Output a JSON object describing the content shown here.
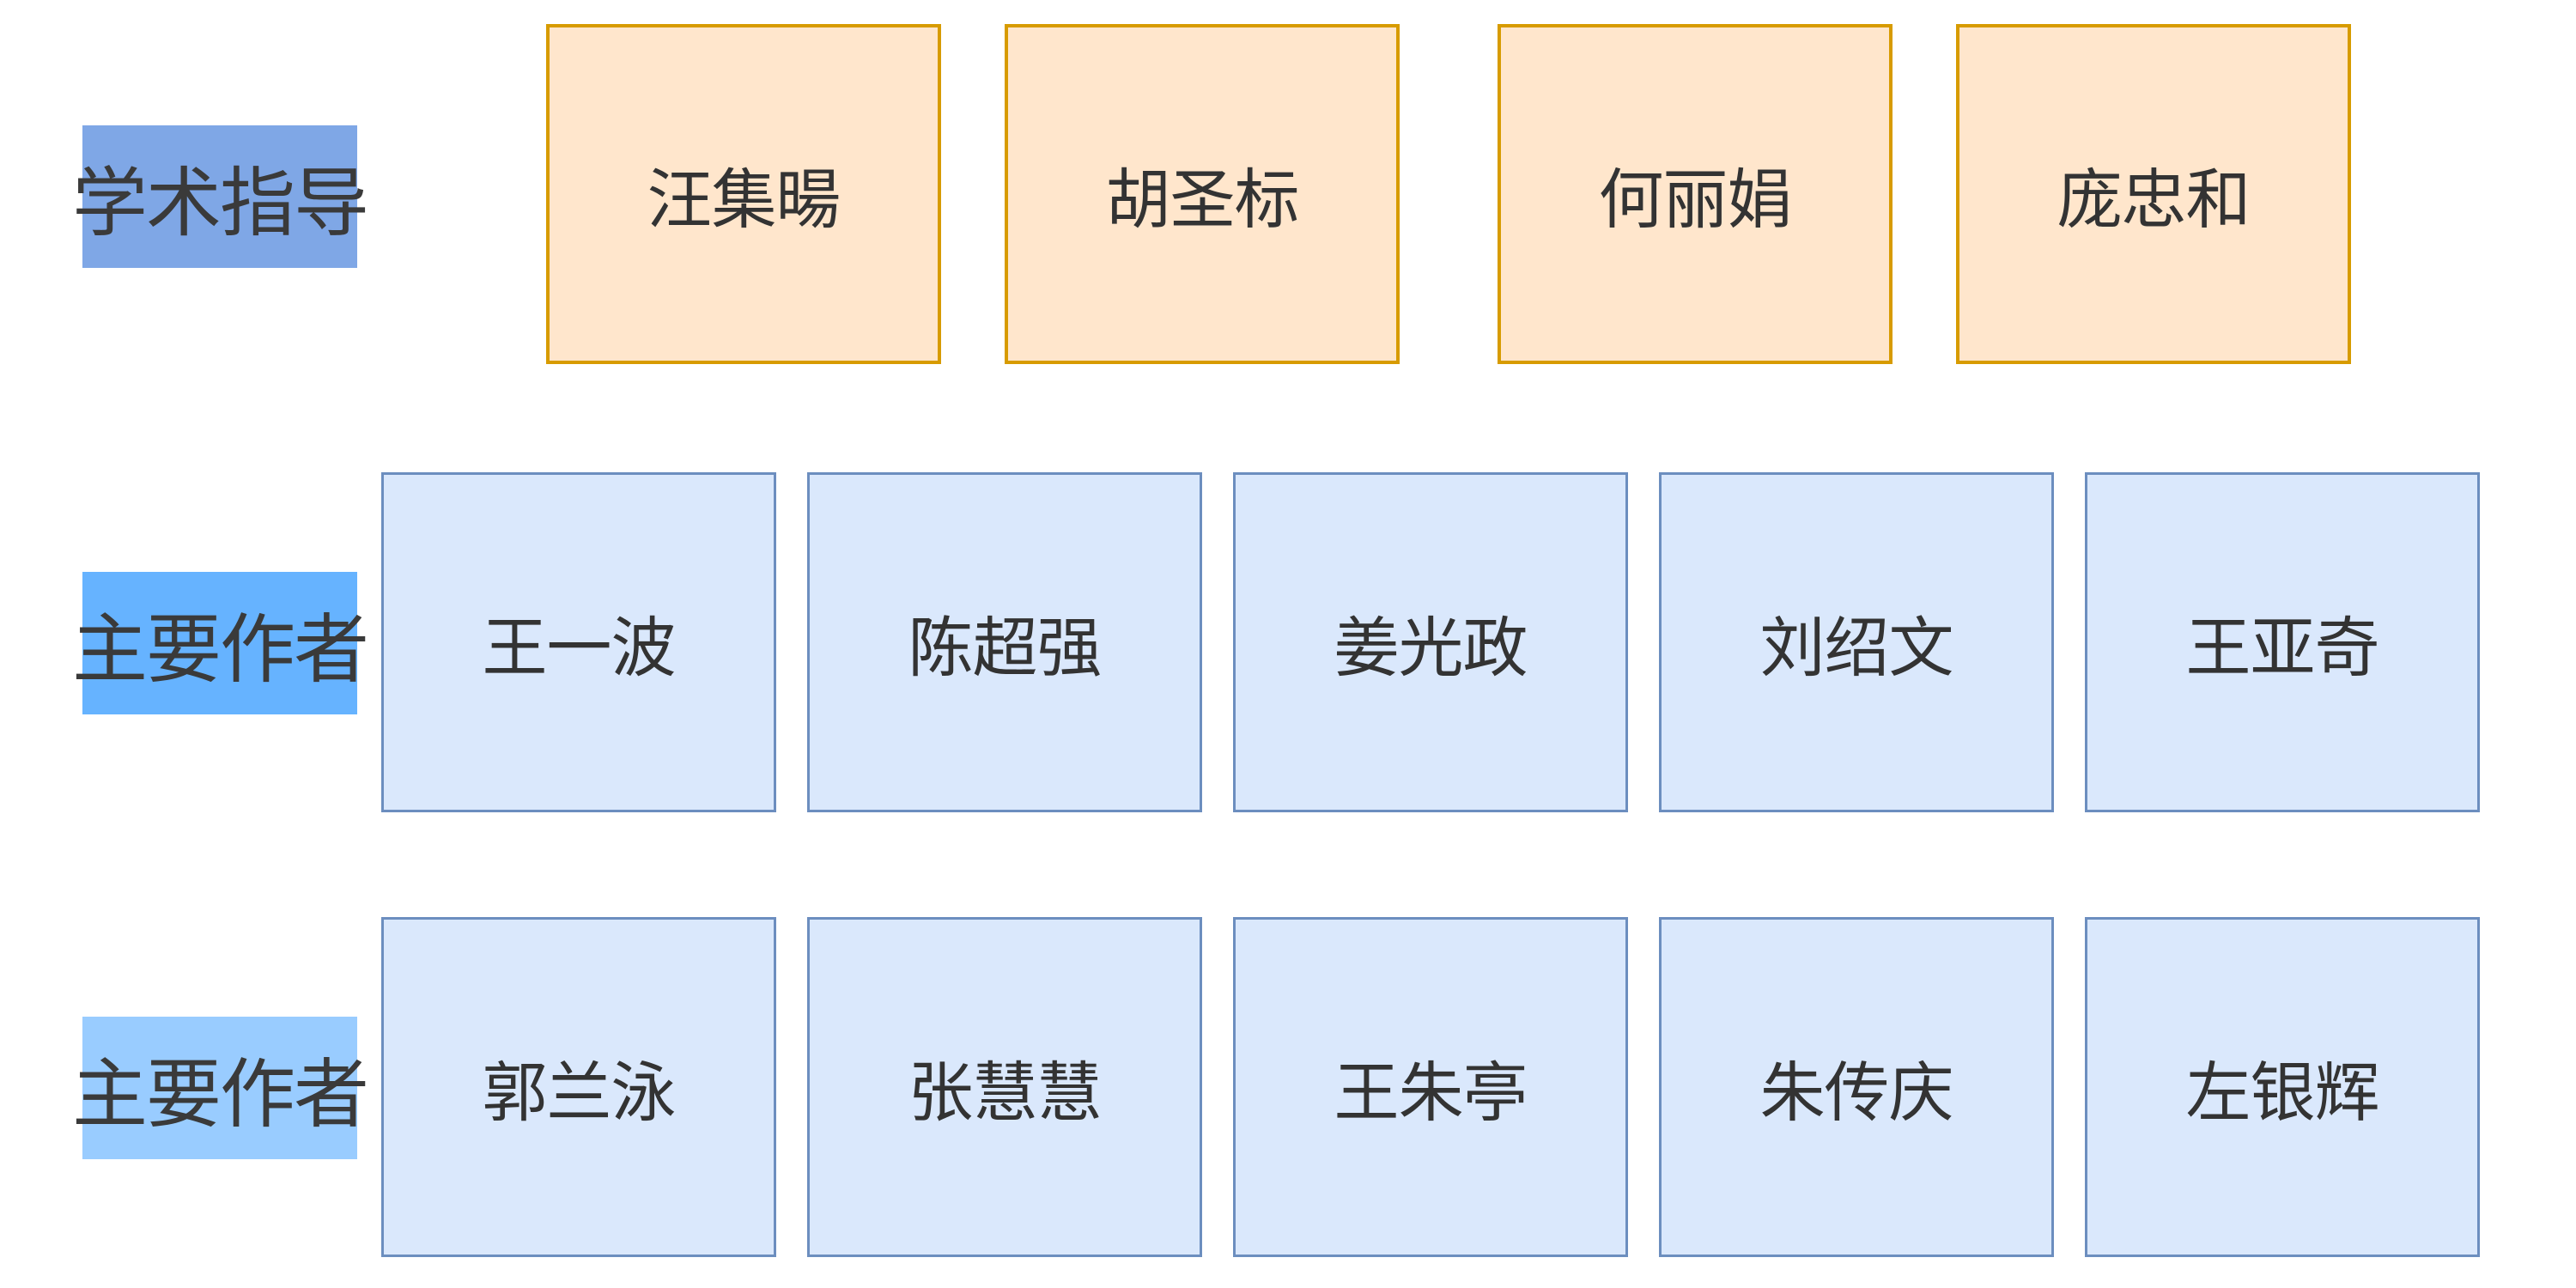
{
  "rows": [
    {
      "label": "学术指导",
      "label_color": "#7fa7e6",
      "box_fill": "#ffe6cc",
      "box_stroke": "#d79b00",
      "names": [
        "汪集暘",
        "胡圣标",
        "何丽娟",
        "庞忠和"
      ]
    },
    {
      "label": "主要作者",
      "label_color": "#66b3ff",
      "box_fill": "#dae8fc",
      "box_stroke": "#6c8ebf",
      "names": [
        "王一波",
        "陈超强",
        "姜光政",
        "刘绍文",
        "王亚奇"
      ]
    },
    {
      "label": "主要作者",
      "label_color": "#99ccff",
      "box_fill": "#dae8fc",
      "box_stroke": "#6c8ebf",
      "names": [
        "郭兰泳",
        "张慧慧",
        "王朱亭",
        "朱传庆",
        "左银辉"
      ]
    }
  ]
}
